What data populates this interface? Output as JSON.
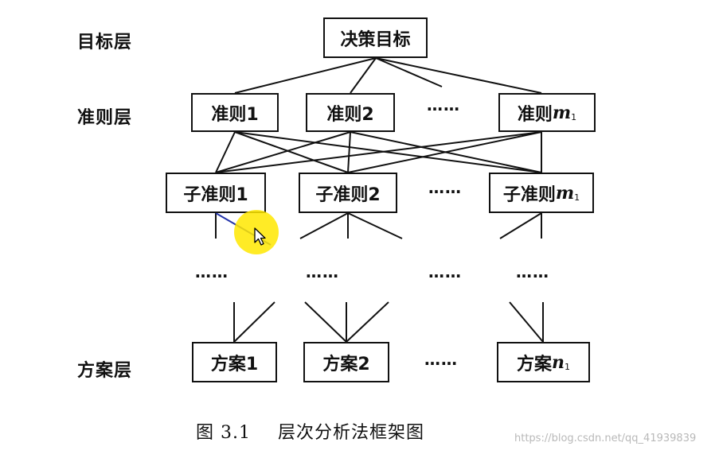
{
  "layers": {
    "goal": "目标层",
    "criteria": "准则层",
    "alternatives": "方案层"
  },
  "goal_node": "决策目标",
  "criteria": [
    {
      "label": "准则1",
      "var": "",
      "sub": ""
    },
    {
      "label": "准则2",
      "var": "",
      "sub": ""
    },
    {
      "label": "准则",
      "var": "m",
      "sub": "1"
    }
  ],
  "subcriteria": [
    {
      "label": "子准则1",
      "var": "",
      "sub": ""
    },
    {
      "label": "子准则2",
      "var": "",
      "sub": ""
    },
    {
      "label": "子准则",
      "var": "m",
      "sub": "1"
    }
  ],
  "alternatives": [
    {
      "label": "方案1",
      "var": "",
      "sub": ""
    },
    {
      "label": "方案2",
      "var": "",
      "sub": ""
    },
    {
      "label": "方案",
      "var": "n",
      "sub": "1"
    }
  ],
  "ellipsis": "……",
  "caption": {
    "number": "图 3.1",
    "title": "层次分析法框架图"
  },
  "watermark": "https://blog.csdn.net/qq_41939839",
  "colors": {
    "line": "#111111",
    "cursor_halo": "#ffe800",
    "watermark": "#b9b9b9"
  },
  "icons": [
    "mouse-cursor-icon"
  ]
}
